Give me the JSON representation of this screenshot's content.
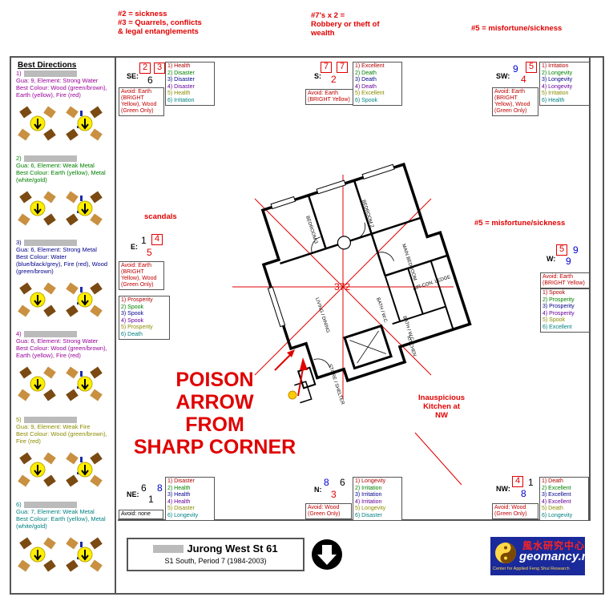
{
  "annotations": {
    "top_left_1": "#2 = sickness",
    "top_left_2": "#3 = Quarrels, conflicts",
    "top_left_3": "& legal entanglements",
    "top_center_1": "#7's x 2 =",
    "top_center_2": "Robbery or theft of",
    "top_center_3": "wealth",
    "top_right": "#5 = misfortune/sickness",
    "scandals": "scandals",
    "west_note": "#5 = misfortune/sickness",
    "poison_1": "POISON",
    "poison_2": "ARROW",
    "poison_3": "FROM",
    "poison_4": "SHARP CORNER",
    "kitchen_1": "Inauspicious",
    "kitchen_2": "Kitchen at",
    "kitchen_3": "NW"
  },
  "best_directions": {
    "title": "Best Directions",
    "people": [
      {
        "idx": "1)",
        "line2": "Gua: 9, Element: Strong Water",
        "line3": "Best Colour: Wood (green/brown), Earth (yellow), Fire (red)",
        "color": "#990099"
      },
      {
        "idx": "2)",
        "line2": "Gua: 6, Element: Weak Metal",
        "line3": "Best Colour: Earth (yellow), Metal (white/gold)",
        "color": "#008000"
      },
      {
        "idx": "3)",
        "line2": "Gua: 6, Element: Strong Metal",
        "line3": "Best Colour: Water (blue/black/grey), Fire (red), Wood (green/brown)",
        "color": "#00008b"
      },
      {
        "idx": "4)",
        "line2": "Gua: 6, Element: Strong Water",
        "line3": "Best Colour: Wood (green/brown), Earth (yellow), Fire (red)",
        "color": "#990099"
      },
      {
        "idx": "5)",
        "line2": "Gua: 9, Element: Weak Fire",
        "line3": "Best Colour: Wood (green/brown), Fire (red)",
        "color": "#8b8b00"
      },
      {
        "idx": "6)",
        "line2": "Gua: 7, Element: Weak Metal",
        "line3": "Best Colour: Earth (yellow), Metal (white/gold)",
        "color": "#008080"
      }
    ]
  },
  "sectors": {
    "se": {
      "label": "SE:",
      "mountain": "2",
      "water": "3",
      "base": "6",
      "avoid": "Avoid: Earth (BRIGHT Yellow), Wood (Green Only)",
      "items": [
        "1) Health",
        "2) Disaster",
        "3) Disaster",
        "4) Disaster",
        "5) Health",
        "6) Irritation"
      ]
    },
    "s": {
      "label": "S:",
      "mountain": "7",
      "water": "7",
      "base": "2",
      "avoid": "Avoid: Earth (BRIGHT Yellow)",
      "items": [
        "1) Excellent",
        "2) Death",
        "3) Death",
        "4) Death",
        "5) Excellent",
        "6) Spook"
      ]
    },
    "sw": {
      "label": "SW:",
      "mountain": "9",
      "water": "5",
      "base": "4",
      "avoid": "Avoid: Earth (BRIGHT Yellow), Wood (Green Only)",
      "items": [
        "1) Irritation",
        "2) Longevity",
        "3) Longevity",
        "4) Longevity",
        "5) Irritation",
        "6) Health"
      ]
    },
    "e": {
      "label": "E:",
      "mountain": "1",
      "water": "4",
      "base": "5",
      "avoid": "Avoid: Earth (BRIGHT Yellow), Wood (Green Only)",
      "items": [
        "1) Prosperity",
        "2) Spook",
        "3) Spook",
        "4) Spook",
        "5) Prosperity",
        "6) Death"
      ]
    },
    "w": {
      "label": "W:",
      "mountain": "5",
      "water": "9",
      "base": "9",
      "avoid": "Avoid: Earth (BRIGHT Yellow)",
      "items": [
        "1) Spook",
        "2) Prosperity",
        "3) Prosperity",
        "4) Prosperity",
        "5) Spook",
        "6) Excellent"
      ]
    },
    "ne": {
      "label": "NE:",
      "mountain": "6",
      "water": "8",
      "base": "1",
      "avoid": "Avoid: none",
      "items": [
        "1) Disaster",
        "2) Health",
        "3) Health",
        "4) Health",
        "5) Disaster",
        "6) Longevity"
      ]
    },
    "n": {
      "label": "N:",
      "mountain": "8",
      "water": "6",
      "base": "3",
      "avoid": "Avoid: Wood (Green Only)",
      "items": [
        "1) Longevity",
        "2) Irritation",
        "3) Irritation",
        "4) Irritation",
        "5) Longevity",
        "6) Disaster"
      ]
    },
    "nw": {
      "label": "NW:",
      "mountain": "4",
      "water": "1",
      "base": "8",
      "avoid": "Avoid: Wood (Green Only)",
      "items": [
        "1) Death",
        "2) Excellent",
        "3) Excellent",
        "4) Excellent",
        "5) Death",
        "6) Longevity"
      ]
    }
  },
  "floorplan": {
    "center": "372",
    "rooms": {
      "bedroom3": "BEDROOM 3",
      "bedroom2": "BEDROOM 2",
      "master": "MAIN BEDROOM",
      "living": "LIVING / DINING",
      "kitchen": "KITCHEN",
      "bath1": "BATH / W.C.",
      "bath2": "BATH / W.C.",
      "aircon": "AIR-CON. LEDGE",
      "store": "STORE / SHELTER"
    }
  },
  "footer": {
    "address": "Jurong West St 61",
    "period": "S1 South, Period 7 (1984-2003)",
    "logo_cn": "風水研究中心",
    "logo_en": "geomancy.net",
    "logo_sub": "Center for Applied Feng Shui Research"
  },
  "colors": {
    "accent": "#e00000",
    "blue": "#0000cc",
    "logo_bg": "#1a2a9a"
  },
  "icons": [
    "arrow-down-circle-icon",
    "yin-yang-icon",
    "door-arrow-icon"
  ]
}
